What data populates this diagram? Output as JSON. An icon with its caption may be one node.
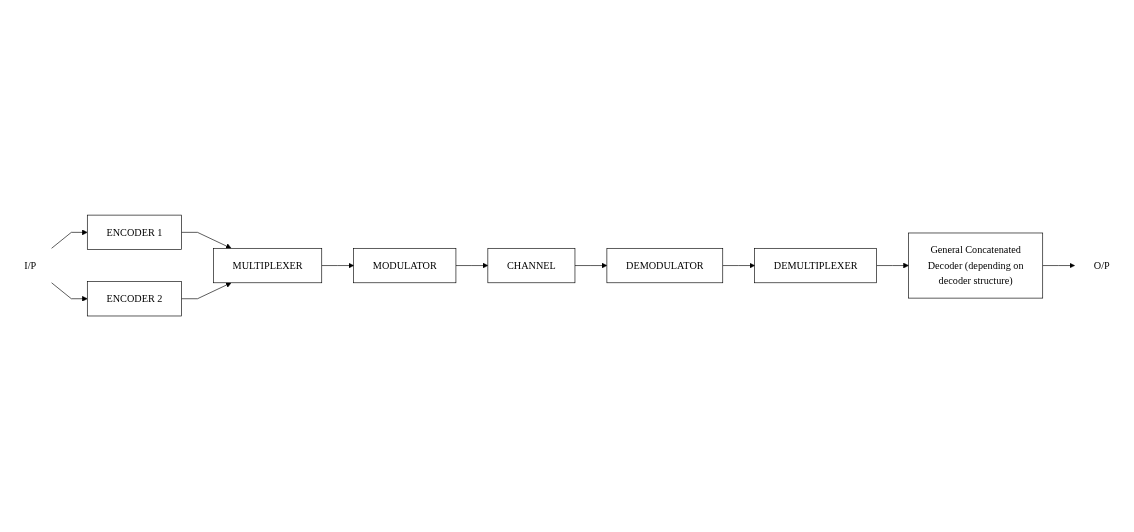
{
  "diagram": {
    "nodes": [
      {
        "text": [
          "I/P"
        ]
      },
      {
        "text": [
          "ENCODER 1"
        ]
      },
      {
        "text": [
          "ENCODER 2"
        ]
      },
      {
        "text": [
          "MULTIPLEXER"
        ]
      },
      {
        "text": [
          "MODULATOR"
        ]
      },
      {
        "text": [
          "CHANNEL"
        ]
      },
      {
        "text": [
          "DEMODULATOR"
        ]
      },
      {
        "text": [
          "DEMULTIPLEXER"
        ]
      },
      {
        "text": [
          "General Concatenated Decoder (depending on decoder structure)"
        ]
      },
      {
        "text": [
          "O/P"
        ]
      }
    ],
    "edges": [
      {
        "from": 0,
        "to": 1,
        "arrow": "to"
      },
      {
        "from": 0,
        "to": 2,
        "arrow": "to"
      },
      {
        "from": 1,
        "to": 3,
        "arrow": "to"
      },
      {
        "from": 2,
        "to": 3,
        "arrow": "to"
      },
      {
        "from": 3,
        "to": 4,
        "arrow": "to"
      },
      {
        "from": 4,
        "to": 5,
        "arrow": "to"
      },
      {
        "from": 5,
        "to": 6,
        "arrow": "to"
      },
      {
        "from": 6,
        "to": 7,
        "arrow": "to"
      },
      {
        "from": 7,
        "to": 8,
        "arrow": "to"
      },
      {
        "from": 8,
        "to": 9,
        "arrow": "to"
      }
    ]
  }
}
